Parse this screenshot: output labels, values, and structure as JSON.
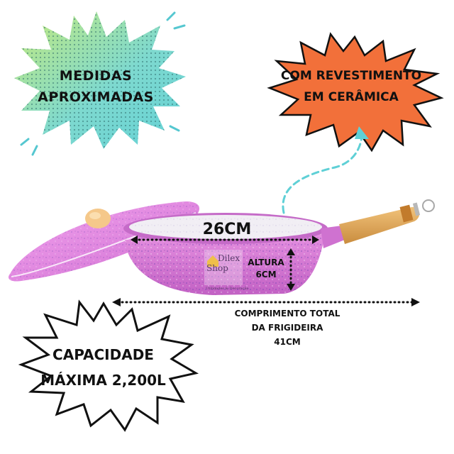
{
  "badges": {
    "medidas": [
      "MEDIDAS",
      "APROXIMADAS"
    ],
    "ceramica": [
      "COM REVESTIMENTO",
      "EM CERÂMICA"
    ],
    "capacidade": [
      "CAPACIDADE",
      "MÁXIMA 2,200L"
    ]
  },
  "dimensions": {
    "diameter": "26CM",
    "height": [
      "ALTURA",
      "6CM"
    ],
    "length": [
      "COMPRIMENTO TOTAL",
      "DA FRIGIDEIRA",
      "41CM"
    ]
  },
  "logo": {
    "name": [
      "Dilex",
      "Shop"
    ],
    "tagline": "Utilidades & Decoração"
  },
  "colors": {
    "burst_teal": "#7fd8d2",
    "burst_yellow": "#e8e86a",
    "burst_orange": "#f26f3a",
    "pan_pink": "#df7fd9",
    "handle_wood": "#e3a85a",
    "arrow_teal": "#5fd0d6"
  }
}
